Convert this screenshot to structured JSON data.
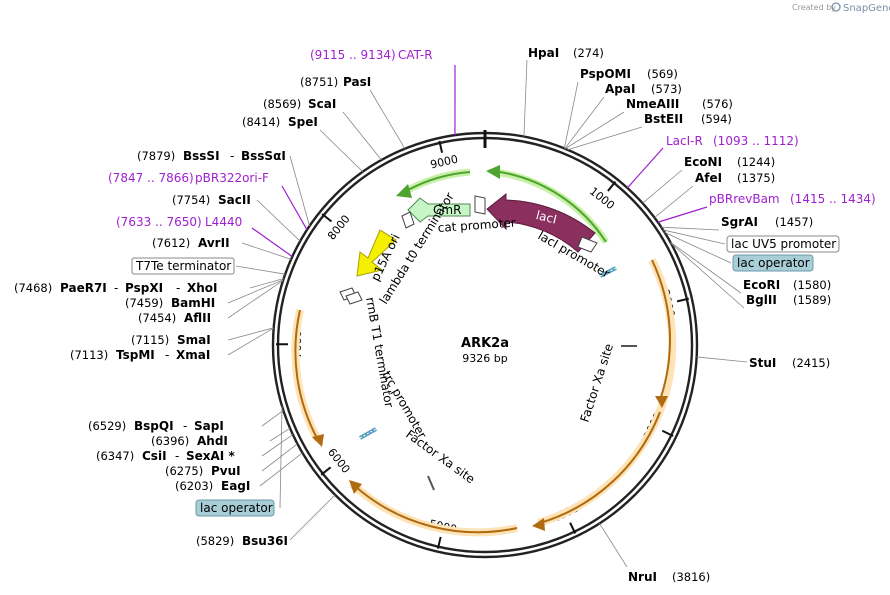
{
  "watermark": {
    "prefix": "Created by",
    "brand": "SnapGene"
  },
  "plasmid": {
    "name": "ARK2a",
    "length": "9326 bp"
  },
  "ticks": [
    "1000",
    "2000",
    "3000",
    "4000",
    "5000",
    "6000",
    "7000",
    "8000",
    "9000"
  ],
  "sites": {
    "hpaI": {
      "name": "HpaI",
      "pos": "(274)"
    },
    "pspOMI": {
      "name": "PspOMI",
      "pos": "(569)"
    },
    "apaI": {
      "name": "ApaI",
      "pos": "(573)"
    },
    "nmeAIII": {
      "name": "NmeAIII",
      "pos": "(576)"
    },
    "bstEII": {
      "name": "BstEII",
      "pos": "(594)"
    },
    "ecoNI": {
      "name": "EcoNI",
      "pos": "(1244)"
    },
    "afeI": {
      "name": "AfeI",
      "pos": "(1375)"
    },
    "sgrAI": {
      "name": "SgrAI",
      "pos": "(1457)"
    },
    "ecoRI": {
      "name": "EcoRI",
      "pos": "(1580)"
    },
    "bglII": {
      "name": "BglII",
      "pos": "(1589)"
    },
    "stuI": {
      "name": "StuI",
      "pos": "(2415)"
    },
    "nruI": {
      "name": "NruI",
      "pos": "(3816)"
    },
    "bsu36I": {
      "name": "Bsu36I",
      "pos": "(5829)"
    },
    "eagI": {
      "name": "EagI",
      "pos": "(6203)"
    },
    "pvuI": {
      "name": "PvuI",
      "pos": "(6275)"
    },
    "csiI": {
      "name": "CsiI",
      "sep": "-",
      "name2": "SexAI *",
      "pos": "(6347)"
    },
    "ahdI": {
      "name": "AhdI",
      "pos": "(6396)"
    },
    "bspQI": {
      "name": "BspQI",
      "sep": "-",
      "name2": "SapI",
      "pos": "(6529)"
    },
    "tspMI": {
      "name": "TspMI",
      "sep": "-",
      "name2": "XmaI",
      "pos": "(7113)"
    },
    "smaI": {
      "name": "SmaI",
      "pos": "(7115)"
    },
    "aflII": {
      "name": "AflII",
      "pos": "(7454)"
    },
    "bamHI": {
      "name": "BamHI",
      "pos": "(7459)"
    },
    "paeR7I": {
      "name": "PaeR7I",
      "sep": "-",
      "name2": "PspXI",
      "sep2": "-",
      "name3": "XhoI",
      "pos": "(7468)"
    },
    "avrII": {
      "name": "AvrII",
      "pos": "(7612)"
    },
    "sacII": {
      "name": "SacII",
      "pos": "(7754)"
    },
    "bssSI": {
      "name": "BssSI",
      "sep": "-",
      "name2": "BssSαI",
      "pos": "(7879)"
    },
    "speI": {
      "name": "SpeI",
      "pos": "(8414)"
    },
    "scaI": {
      "name": "ScaI",
      "pos": "(8569)"
    },
    "pasI": {
      "name": "PasI",
      "pos": "(8751)"
    }
  },
  "primers": {
    "catR": {
      "range": "(9115 .. 9134)",
      "name": "CAT-R"
    },
    "lacIR": {
      "name": "LacI-R",
      "range": "(1093 .. 1112)"
    },
    "pBRrevBam": {
      "name": "pBRrevBam",
      "range": "(1415 .. 1434)"
    },
    "pBR322oriF": {
      "range": "(7847 .. 7866)",
      "name": "pBR322ori-F"
    },
    "l4440": {
      "range": "(7633 .. 7650)",
      "name": "L4440"
    }
  },
  "boxed": {
    "lacUV5": "lac UV5 promoter",
    "lacOpRight": "lac operator",
    "t7te": "T7Te terminator",
    "lacOpLeft": "lac operator"
  },
  "features": {
    "lacI": "lacI",
    "cmR": "CmR",
    "catPromoter": "cat promoter",
    "lacIPromoter": "lacI promoter",
    "lambdaT0": "lambda t0 terminator",
    "p15aOri": "p15A ori",
    "rrnBT1": "rrnB T1 terminator",
    "trcPromoter": "trc promoter",
    "factorXaLeft": "Factor Xa site",
    "factorXaRight": "Factor Xa site"
  },
  "colors": {
    "lacI": "#8b2f5f",
    "cmR": "#c6f5c6",
    "p15aOri": "#f5ef00",
    "greenArc": "#6fcf2f",
    "orangeArc": "#f0b560",
    "primer": "#a020d0",
    "operator": "#a8cfd8"
  }
}
